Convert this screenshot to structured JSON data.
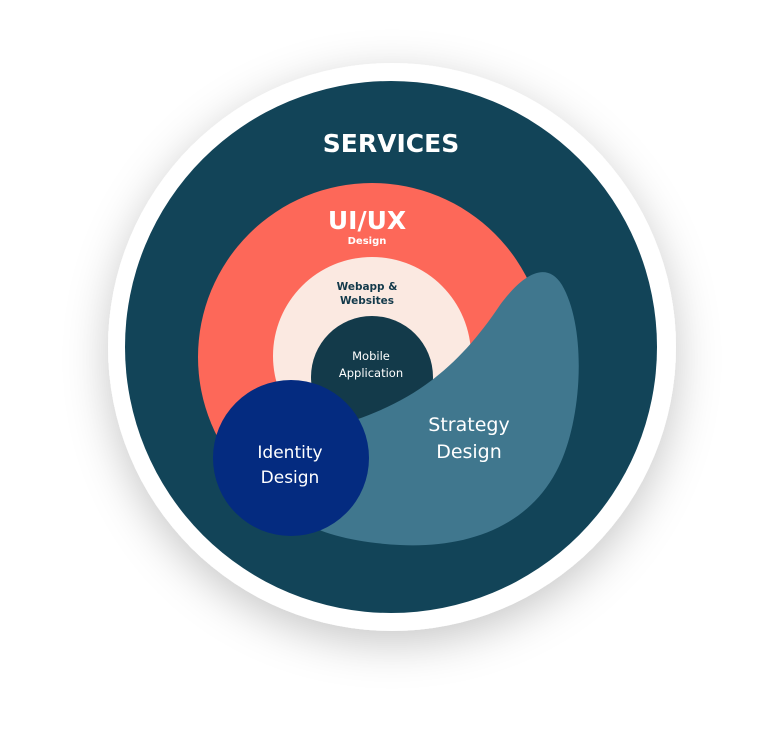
{
  "title": "SERVICES",
  "layers": {
    "uiux": {
      "title": "UI/UX",
      "subtitle": "Design"
    },
    "webapp": {
      "line1": "Webapp &",
      "line2": "Websites"
    },
    "mobile": {
      "line1": "Mobile",
      "line2": "Application"
    },
    "identity": {
      "line1": "Identity",
      "line2": "Design"
    },
    "strategy": {
      "line1": "Strategy",
      "line2": "Design"
    }
  },
  "colors": {
    "outer": "#124458",
    "uiux": "#fd6859",
    "webapp": "#fbe9e1",
    "mobile": "#133a4a",
    "identity": "#042b80",
    "strategy": "#40778e"
  }
}
